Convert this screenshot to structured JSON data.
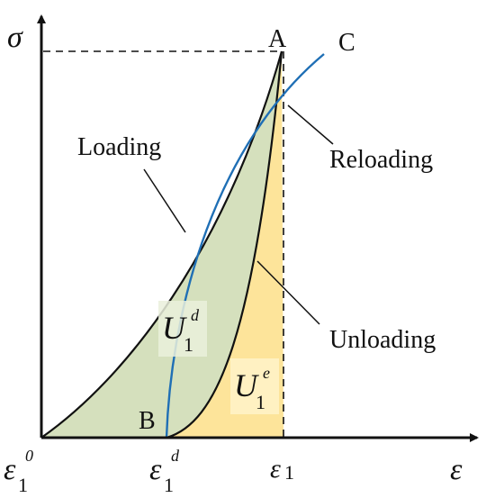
{
  "axes": {
    "y_symbol": "σ",
    "x_symbol": "ε"
  },
  "points": {
    "A": "A",
    "B": "B",
    "C": "C"
  },
  "curves": {
    "loading": "Loading",
    "reloading": "Reloading",
    "unloading": "Unloading"
  },
  "ticks": {
    "eps0": {
      "base": "ε",
      "sub": "1",
      "sup": "0"
    },
    "epsd": {
      "base": "ε",
      "sub": "1",
      "sup": "d"
    },
    "eps1": {
      "base": "ε",
      "sub": "1"
    }
  },
  "regions": {
    "dissipated": {
      "base": "U",
      "sub": "1",
      "sup": "d"
    },
    "elastic": {
      "base": "U",
      "sub": "1",
      "sup": "e"
    }
  },
  "colors": {
    "dissipated_fill": "#d5e0bd",
    "elastic_fill": "#fde49a",
    "reloading_curve": "#1f6fb5",
    "outline": "#111111"
  }
}
